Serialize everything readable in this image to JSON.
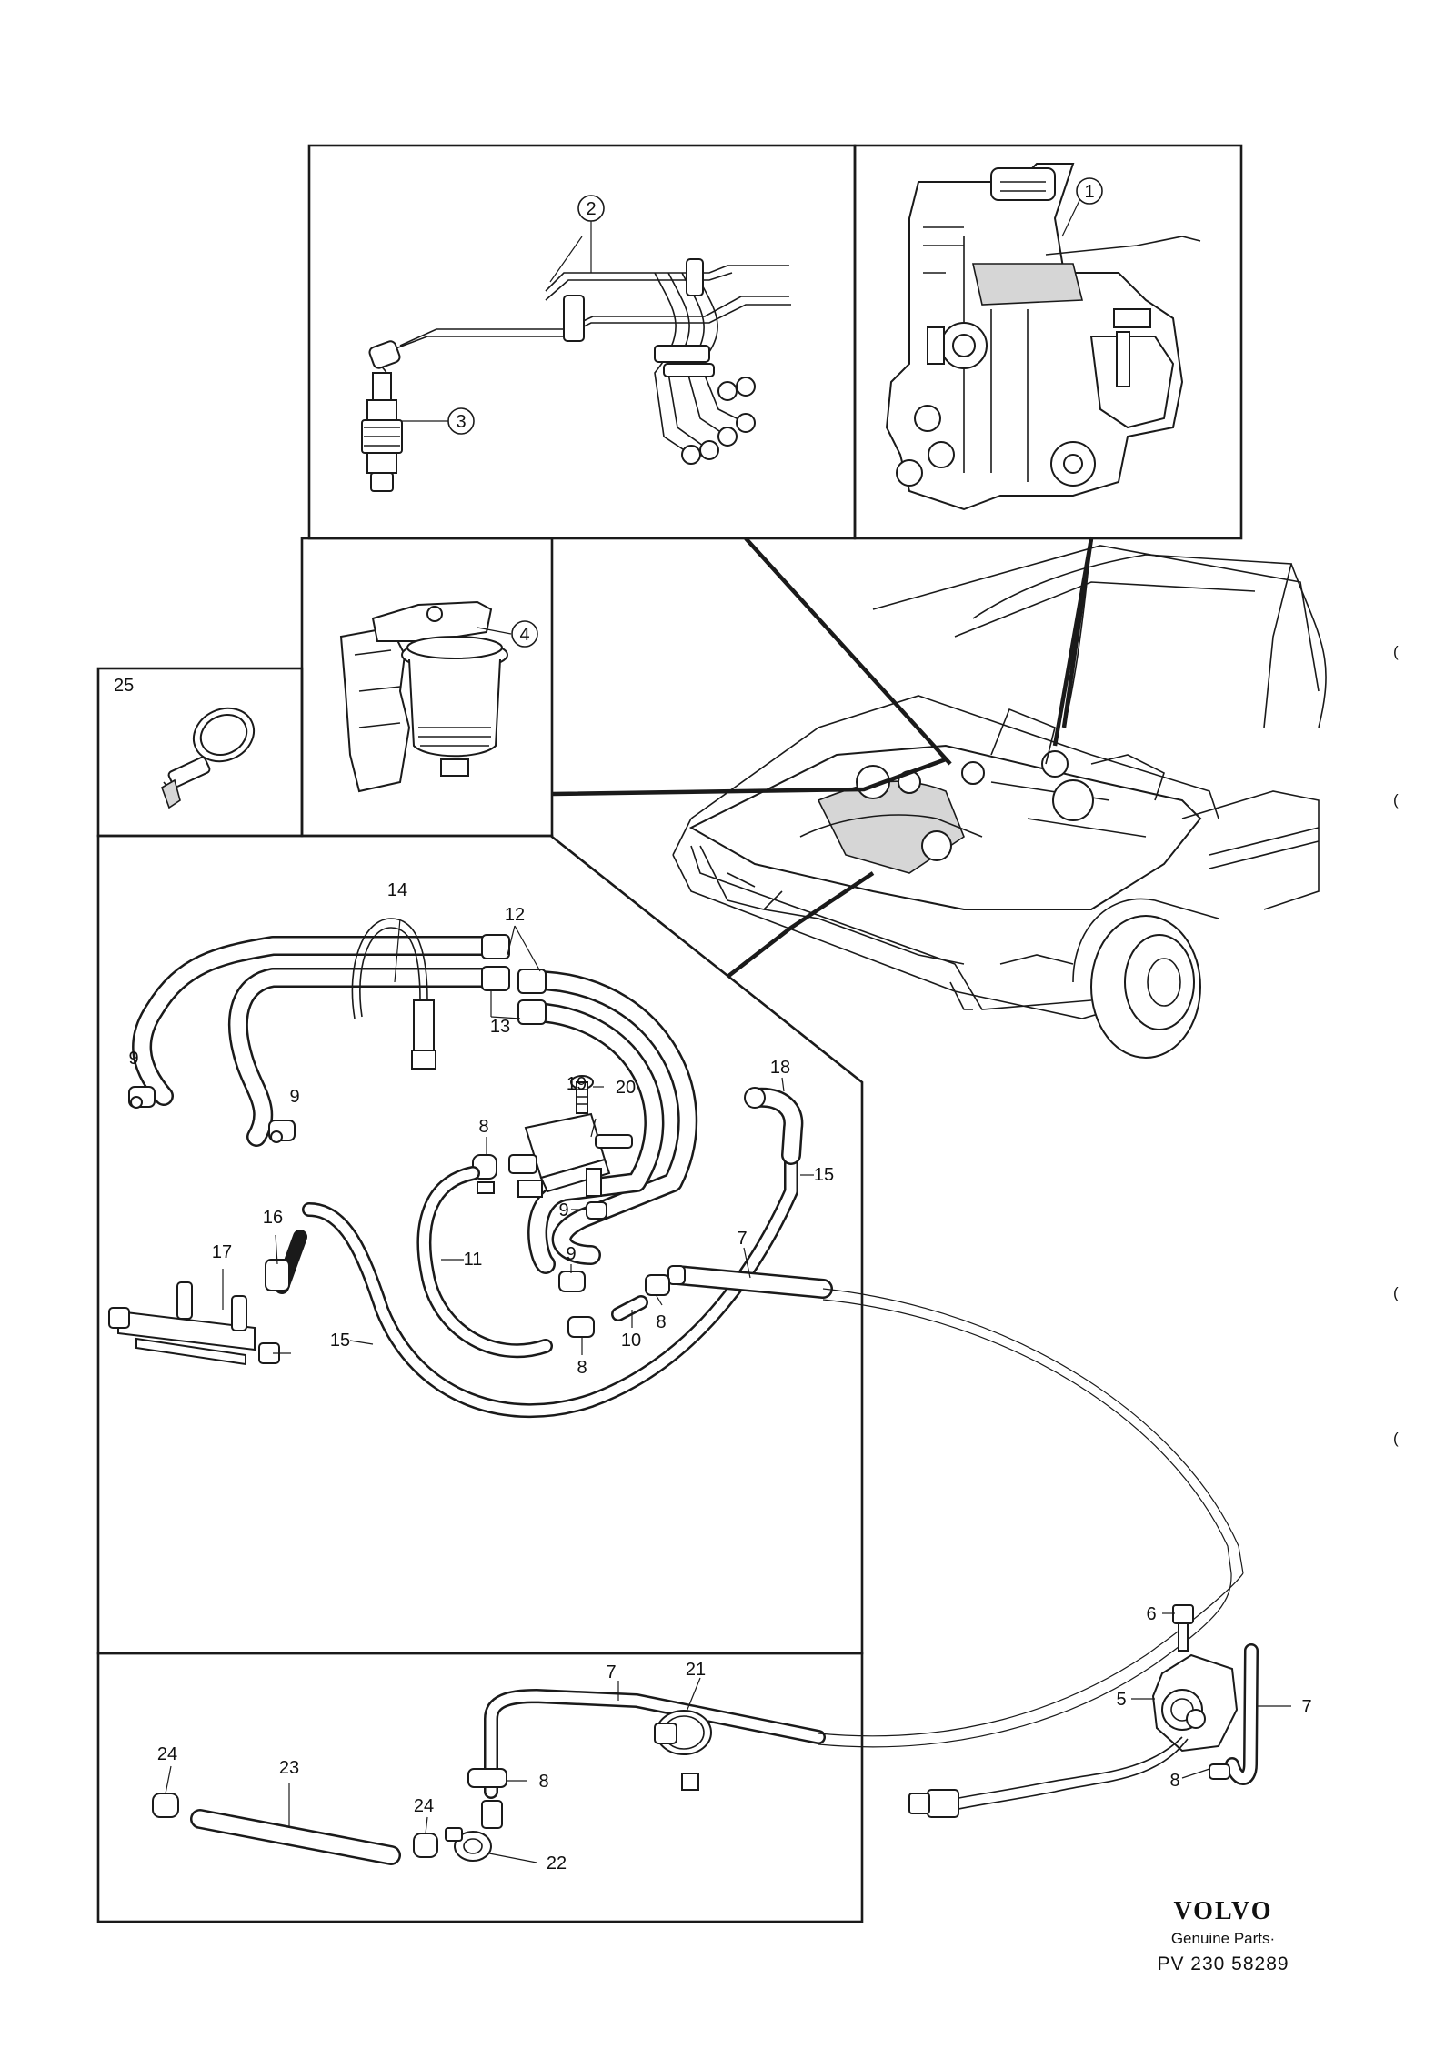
{
  "callouts": {
    "c1": "1",
    "c2": "2",
    "c3": "3",
    "c4": "4",
    "c5": "5",
    "c6": "6",
    "c7a": "7",
    "c7b": "7",
    "c7c": "7",
    "c8a": "8",
    "c8b": "8",
    "c8c": "8",
    "c8d": "8",
    "c8e": "8",
    "c9a": "9",
    "c9b": "9",
    "c9c": "9",
    "c9d": "9",
    "c10": "10",
    "c11": "11",
    "c12": "12",
    "c13": "13",
    "c14": "14",
    "c15a": "15",
    "c15b": "15",
    "c16": "16",
    "c17": "17",
    "c18": "18",
    "c19": "19",
    "c20": "20",
    "c21": "21",
    "c22": "22",
    "c23": "23",
    "c24a": "24",
    "c24b": "24",
    "c25": "25"
  },
  "branding": {
    "brand": "VOLVO",
    "tagline": "Genuine Parts·",
    "code": "PV 230 58289"
  },
  "margin_marks": [
    "(",
    "(",
    "(",
    "("
  ]
}
